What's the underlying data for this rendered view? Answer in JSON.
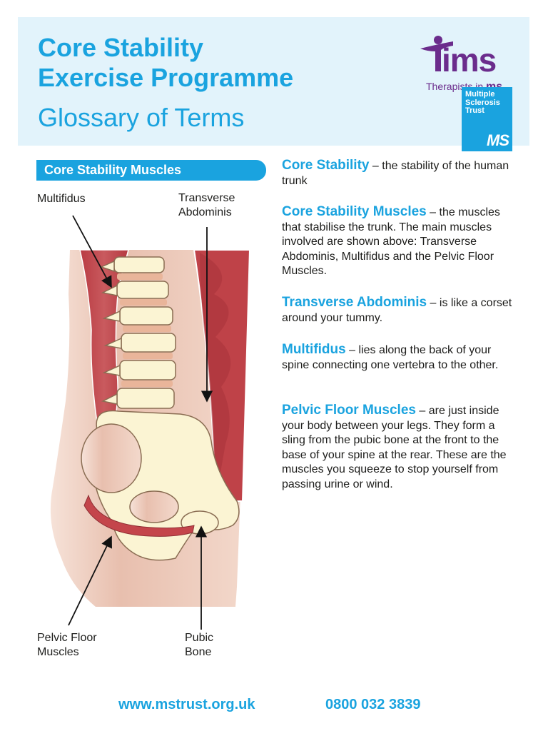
{
  "header": {
    "title_line1": "Core Stability",
    "title_line2": "Exercise Programme",
    "subtitle": "Glossary of Terms",
    "tims_logo": {
      "word": "tims",
      "caption": "Therapists in",
      "caption_bold": "ms",
      "color": "#6b2c8c"
    },
    "mst_logo": {
      "line1": "Multiple",
      "line2": "Sclerosis",
      "line3": "Trust",
      "mark": "MS",
      "color": "#1aa3df"
    }
  },
  "section_pill": "Core Stability Muscles",
  "diagram": {
    "labels": {
      "multifidus": "Multifidus",
      "transverse_line1": "Transverse",
      "transverse_line2": "Abdominis",
      "pelvic_line1": "Pelvic Floor",
      "pelvic_line2": "Muscles",
      "pubic_line1": "Pubic",
      "pubic_line2": "Bone"
    }
  },
  "glossary": [
    {
      "term": "Core Stability",
      "definition": " – the stability of the human trunk"
    },
    {
      "term": "Core Stability Muscles",
      "definition": " – the muscles that stabilise the trunk. The main muscles involved are shown above: Transverse Abdominis, Multifidus and the Pelvic Floor Muscles."
    },
    {
      "term": "Transverse Abdominis",
      "definition": " – is like a corset around your tummy."
    },
    {
      "term": "Multifidus",
      "definition": " – lies along the back of your spine connecting one vertebra to the other."
    },
    {
      "term": "Pelvic Floor Muscles",
      "definition": " – are just inside your body between your legs. They form a sling from the pubic bone at the front to the base of your spine at the rear. These are the muscles you squeeze to stop yourself from passing urine or wind."
    }
  ],
  "footer": {
    "url": "www.mstrust.org.uk",
    "phone": "0800 032 3839"
  },
  "colors": {
    "accent": "#1aa3df",
    "header_bg": "#e2f3fb",
    "muscle": "#c4454b",
    "bone": "#fbf4d3",
    "skin": "#efd2c5"
  }
}
